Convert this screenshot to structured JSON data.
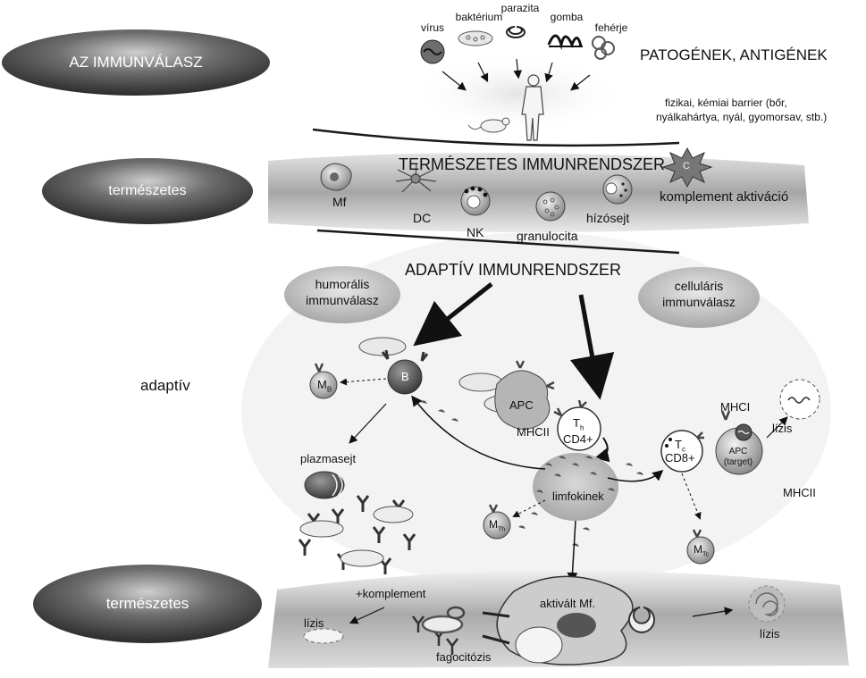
{
  "left_labels": {
    "immune_response": "AZ IMMUNVÁLASZ",
    "innate_top": "természetes",
    "adaptive": "adaptív",
    "innate_bottom": "természetes"
  },
  "pathogens": {
    "title": "PATOGÉNEK, ANTIGÉNEK",
    "items": [
      "vírus",
      "baktérium",
      "parazita",
      "gomba",
      "fehérje"
    ]
  },
  "barrier": {
    "line1": "fizikai, kémiai barrier (bőr,",
    "line2": "nyálkahártya, nyál, gyomorsav, stb.)"
  },
  "innate_system": {
    "title": "TERMÉSZETES IMMUNRENDSZER",
    "cells": {
      "mf": "Mf",
      "dc": "DC",
      "nk": "NK",
      "granulocyte": "granulocita",
      "mast": "hízósejt",
      "complement": "komplement aktiváció",
      "c_symbol": "C"
    }
  },
  "adaptive_system": {
    "title": "ADAPTÍV IMMUNRENDSZER",
    "humoral_line1": "humorális",
    "humoral_line2": "immunválasz",
    "cellular_line1": "celluláris",
    "cellular_line2": "immunválasz"
  },
  "adaptive_cells": {
    "memory_b": "M",
    "memory_b_sub": "B",
    "b_cell": "B",
    "plasma": "plazmasejt",
    "apc": "APC",
    "mhcii_label": "MHCII",
    "th": "T",
    "th_sub": "h",
    "cd4": "CD4+",
    "tc": "T",
    "tc_sub": "c",
    "cd8": "CD8+",
    "mhci": "MHCI",
    "apc_target_line1": "APC",
    "apc_target_line2": "(target)",
    "lysis": "lízis",
    "mhcii_right": "MHCII",
    "lymphokines": "limfokinek",
    "memory_th": "M",
    "memory_th_sub": "Th",
    "memory_tc": "M",
    "memory_tc_sub": "Tc"
  },
  "bottom": {
    "complement": "+komplement",
    "lysis_left": "lízis",
    "activated_mf": "aktivált Mf.",
    "phagocytosis": "fagocitózis",
    "lysis_right": "lízis"
  },
  "colors": {
    "ellipse_dark": "#3a3a3a",
    "band_gray": "#bdbdbd",
    "cell_gray": "#8a8a8a",
    "light_gray": "#d9d9d9",
    "line": "#1a1a1a"
  }
}
